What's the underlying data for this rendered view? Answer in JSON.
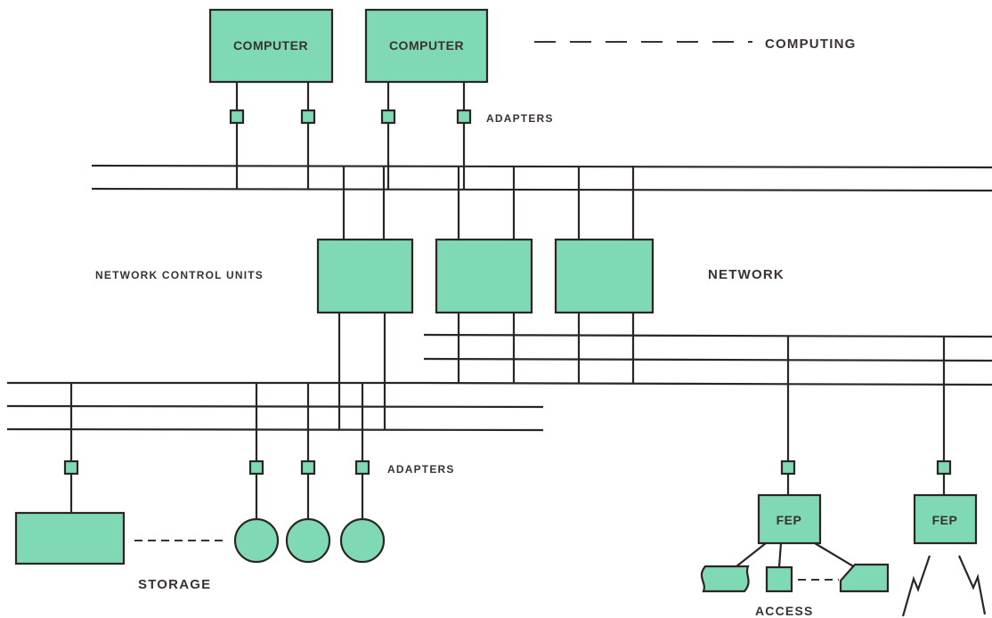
{
  "labels": {
    "computer_1": "COMPUTER",
    "computer_2": "COMPUTER",
    "computing": "COMPUTING",
    "adapters_top": "ADAPTERS",
    "network_control_units": "NETWORK CONTROL UNITS",
    "network": "NETWORK",
    "adapters_bottom": "ADAPTERS",
    "storage": "STORAGE",
    "fep_1": "FEP",
    "fep_2": "FEP",
    "access": "ACCESS"
  },
  "colors": {
    "box_fill": "#7fd9b4",
    "line": "#2b2523",
    "text": "#3a3230"
  }
}
